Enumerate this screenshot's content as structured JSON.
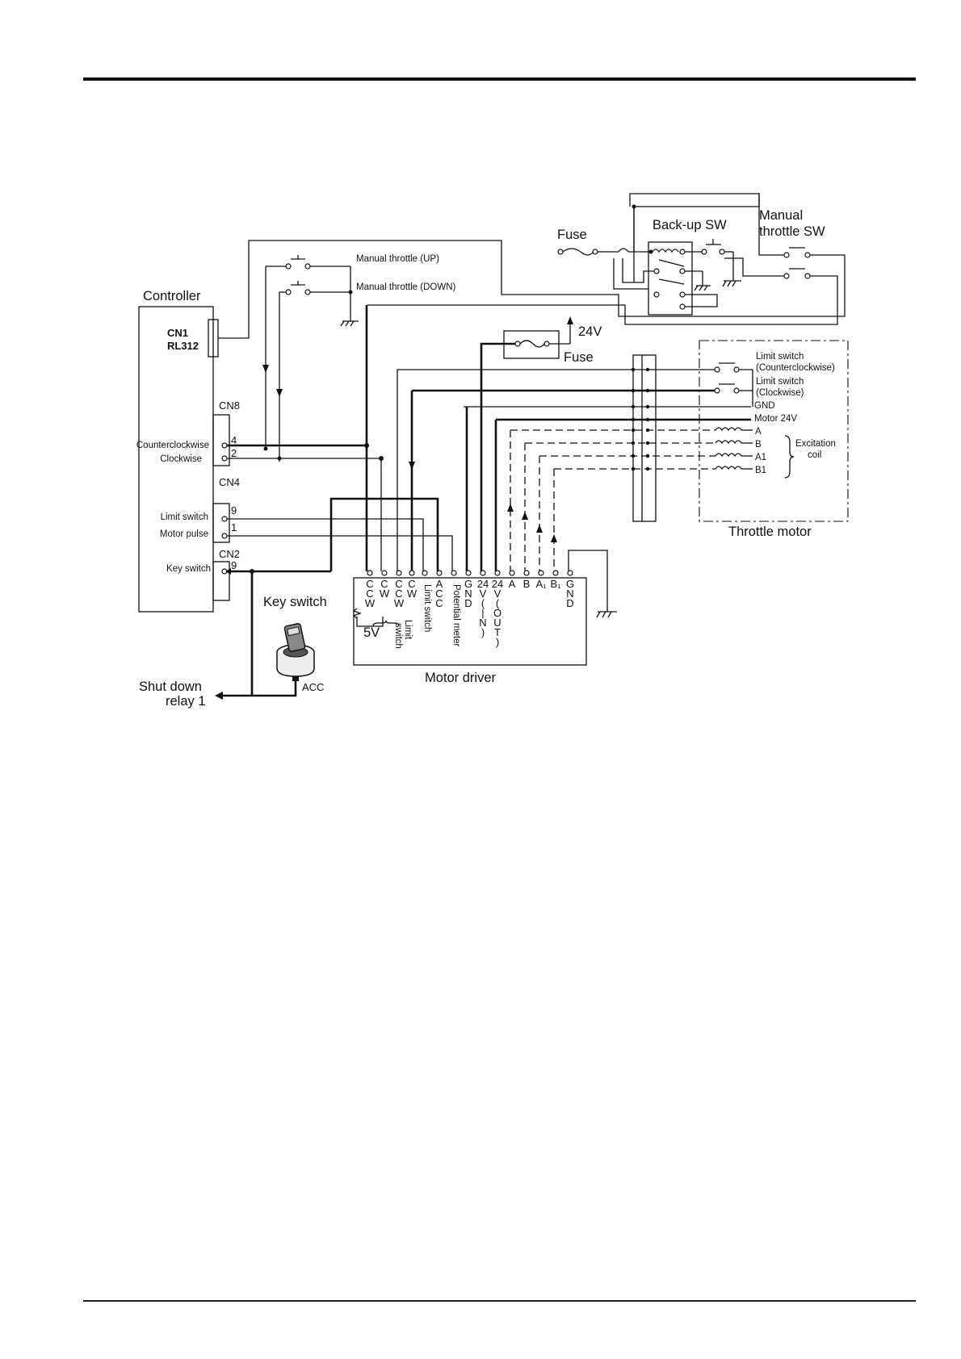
{
  "controller": {
    "title": "Controller",
    "cn1": "CN1",
    "rl": "RL312",
    "cn8": "CN8",
    "cn4": "CN4",
    "cn2": "CN2",
    "counterclockwise": "Counterclockwise",
    "clockwise": "Clockwise",
    "limit_switch": "Limit switch",
    "motor_pulse": "Motor pulse",
    "key_switch": "Key switch",
    "pin_4": "4",
    "pin_2": "2",
    "pin_9a": "9",
    "pin_1": "1",
    "pin_9b": "9"
  },
  "manual_throttle_up": "Manual throttle (UP)",
  "manual_throttle_down": "Manual throttle (DOWN)",
  "fuse_top": "Fuse",
  "backup_sw": "Back-up SW",
  "manual_throttle_sw_1": "Manual",
  "manual_throttle_sw_2": "throttle SW",
  "v24": "24V",
  "fuse_mid": "Fuse",
  "throttle_motor": {
    "title": "Throttle motor",
    "limit_ccw_1": "Limit switch",
    "limit_ccw_2": "(Counterclockwise)",
    "limit_cw_1": "Limit switch",
    "limit_cw_2": "(Clockwise)",
    "gnd": "GND",
    "motor_24v": "Motor 24V",
    "coil_a": "A",
    "coil_b": "B",
    "coil_a1": "A1",
    "coil_b1": "B1",
    "excitation_1": "Excitation",
    "excitation_2": "coil"
  },
  "key_switch_title": "Key switch",
  "acc": "ACC",
  "shutdown_1": "Shut down",
  "shutdown_2": "relay 1",
  "motor_driver": {
    "title": "Motor driver",
    "v5": "5V",
    "limit": "Limit",
    "switch": "switch",
    "limit_switch": "Limit switch",
    "potential_meter": "Potential meter",
    "terminals": {
      "t1": "C\nC\nW",
      "t2": "C\nW",
      "t3": "C\nC\nW",
      "t4": "C\nW",
      "t6": "A\nC\nC",
      "t8": "G\nN\nD",
      "t9": "24\nV\n(\n|\nN\n)",
      "t10": "24\nV\n(\nO\nU\nT\n)",
      "t11": "A",
      "t12": "B",
      "t13": "A₁",
      "t14": "B₁",
      "t15": "G\nN\nD"
    }
  }
}
